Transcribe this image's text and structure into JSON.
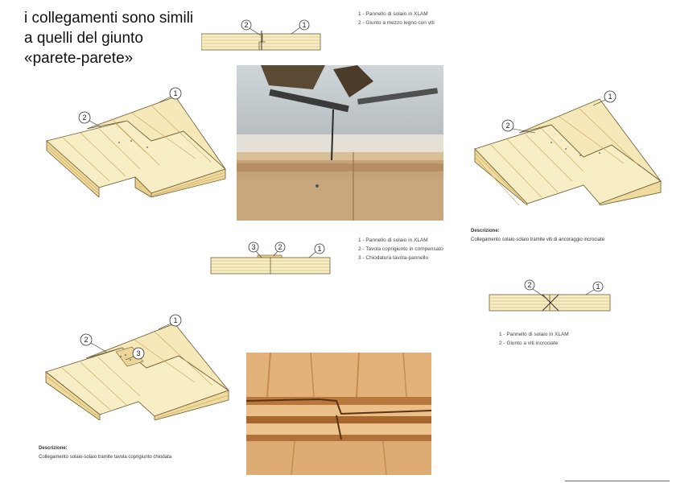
{
  "title_lines": [
    "i collegamenti sono simili",
    "a quelli del giunto",
    "«parete-parete»"
  ],
  "legend_top": [
    "1 - Pannello di solaio in XLAM",
    "2 - Giunto a mezzo legno con viti"
  ],
  "legend_middle": [
    "1 - Pannello di solaio in XLAM",
    "2 - Tavola coprigiunto in compensato",
    "3 - Chiodatura tavola-pannello"
  ],
  "legend_right": [
    "1 - Pannello di solaio in XLAM",
    "2 - Giunto a viti incrociate"
  ],
  "desc_right": {
    "heading": "Descrizione:",
    "text": "Collegamento solaio-solaio tramite viti di ancoraggio incrociate"
  },
  "desc_bottom": {
    "heading": "Descrizione:",
    "text": "Collegamento solaio-solaio tramite tavola coprigiunto chiodata"
  },
  "callouts": {
    "one": "1",
    "two": "2",
    "three": "3"
  },
  "colors": {
    "wood_top": "#f8eec6",
    "wood_side": "#efdb9e",
    "wood_dark": "#c9a35d",
    "line": "#6b5a30"
  }
}
